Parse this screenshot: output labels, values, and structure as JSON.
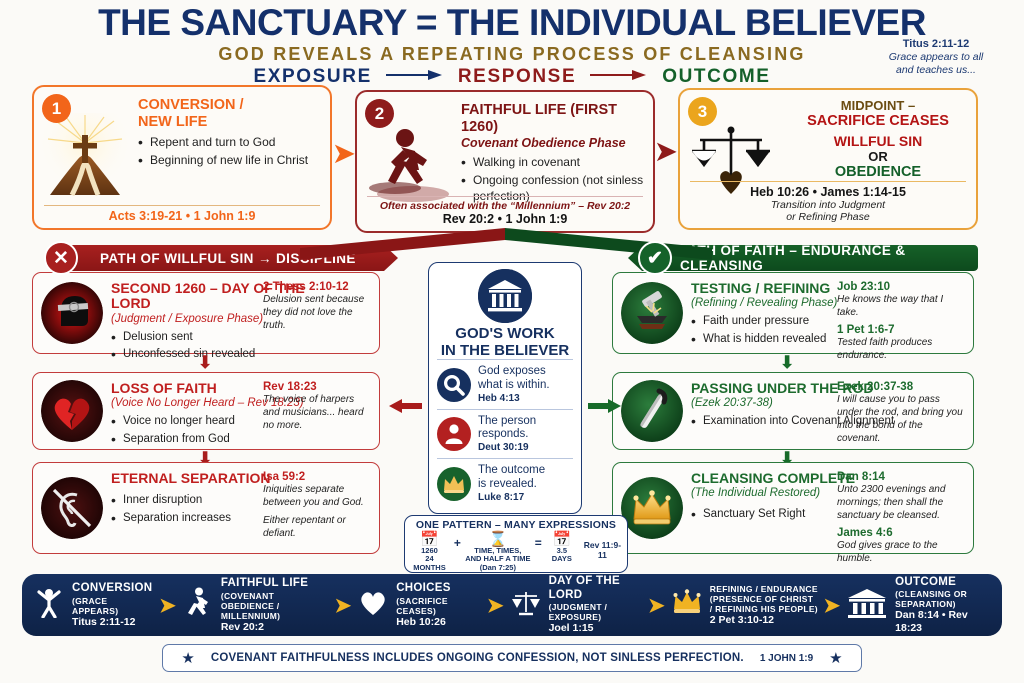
{
  "header": {
    "title": "THE SANCTUARY = THE INDIVIDUAL BELIEVER",
    "subtitle": "GOD REVEALS A REPEATING PROCESS OF CLEANSING",
    "flow": {
      "exposure": "EXPOSURE",
      "response": "RESPONSE",
      "outcome": "OUTCOME"
    },
    "titus": {
      "ref": "Titus 2:11-12",
      "line1": "Grace appears to all",
      "line2": "and teaches us..."
    }
  },
  "top_cards": [
    {
      "number": "1",
      "title_line1": "CONVERSION /",
      "title_line2": "NEW LIFE",
      "bullets": [
        "Repent and turn to God",
        "Beginning of new life in Christ"
      ],
      "footer_ref": "Acts 3:19-21  •  1 John 1:9",
      "icon": "cross-on-hill-icon"
    },
    {
      "number": "2",
      "title_line1": "FAITHFUL LIFE (FIRST 1260)",
      "subtitle": "Covenant Obedience Phase",
      "bullets": [
        "Walking in covenant",
        "Ongoing confession (not sinless perfection)"
      ],
      "footer_note": "Often associated with the “Millennium” – Rev 20:2",
      "footer_ref": "Rev 20:2  •  1 John 1:9",
      "icon": "walking-person-icon"
    },
    {
      "number": "3",
      "head_l1": "MIDPOINT –",
      "head_l2": "SACRIFICE CEASES",
      "head_l3": "WILLFUL SIN",
      "head_l4": "OR",
      "head_l5": "OBEDIENCE",
      "footer_ref": "Heb 10:26  •  James 1:14-15",
      "footer_it1": "Transition into Judgment",
      "footer_it2": "or Refining Phase",
      "icon": "scales-balance-icon"
    }
  ],
  "banners": {
    "left": {
      "mark": "✕",
      "label": "PATH OF WILLFUL SIN → DISCIPLINE"
    },
    "right": {
      "mark": "✔",
      "label": "PATH OF FAITH – ENDURANCE & CLEANSING"
    }
  },
  "left_steps": [
    {
      "icon": "blindfolded-head-icon",
      "title": "SECOND 1260 – DAY OF THE LORD",
      "subtitle": "(Judgment / Exposure Phase)",
      "bullets": [
        "Delusion sent",
        "Unconfessed sin revealed"
      ],
      "refs": [
        {
          "ref": "2 Thess 2:10-12",
          "body": "Delusion sent because they did not love the truth."
        }
      ]
    },
    {
      "icon": "broken-heart-icon",
      "title": "LOSS OF FAITH",
      "subtitle": "(Voice No Longer Heard – Rev 18:23)",
      "bullets": [
        "Voice no longer heard",
        "Separation from God"
      ],
      "refs": [
        {
          "ref": "Rev 18:23",
          "body": "The voice of harpers and musicians... heard no more."
        }
      ]
    },
    {
      "icon": "deaf-ear-icon",
      "title": "ETERNAL SEPARATION",
      "subtitle": "",
      "bullets": [
        "Inner disruption",
        "Separation increases"
      ],
      "refs": [
        {
          "ref": "Isa 59:2",
          "body": "Iniquities separate between you and God."
        },
        {
          "ref": "",
          "body": "Either repentant or defiant."
        }
      ]
    }
  ],
  "right_steps": [
    {
      "icon": "anvil-hammer-icon",
      "title": "TESTING / REFINING",
      "subtitle": "(Refining / Revealing Phase)",
      "bullets": [
        "Faith under pressure",
        "What is hidden revealed"
      ],
      "refs": [
        {
          "ref": "Job 23:10",
          "body": "He knows the way that I take."
        },
        {
          "ref": "1 Pet 1:6-7",
          "body": "Tested faith produces endurance."
        }
      ]
    },
    {
      "icon": "shepherds-rod-icon",
      "title": "PASSING UNDER THE ROD",
      "subtitle": "(Ezek 20:37-38)",
      "bullets": [
        "Examination into Covenant Alignment"
      ],
      "refs": [
        {
          "ref": "Exek 20:37-38",
          "body": "I will cause you to pass under the rod, and bring you into the bond of the covenant."
        }
      ]
    },
    {
      "icon": "crown-icon",
      "title": "CLEANSING COMPLETE",
      "subtitle": "(The Individual Restored)",
      "bullets": [
        "Sanctuary Set Right"
      ],
      "refs": [
        {
          "ref": "Dan 8:14",
          "body": "Unto 2300 evenings and mornings; then shall the sanctuary be cleansed."
        },
        {
          "ref": "James 4:6",
          "body": "God gives grace to the humble."
        }
      ]
    }
  ],
  "center": {
    "icon": "temple-icon",
    "title_l1": "GOD'S WORK",
    "title_l2": "IN THE BELIEVER",
    "rows": [
      {
        "icon": "magnifier-icon",
        "l1": "God exposes",
        "l2": "what is within.",
        "ref": "Heb 4:13"
      },
      {
        "icon": "person-icon",
        "l1": "The person",
        "l2": "responds.",
        "ref": "Deut 30:19"
      },
      {
        "icon": "crown-icon",
        "l1": "The outcome",
        "l2": "is revealed.",
        "ref": "Luke 8:17"
      }
    ]
  },
  "pattern": {
    "heading": "ONE PATTERN – MANY EXPRESSIONS",
    "cells": [
      {
        "icon": "calendar-icon",
        "l1": "1260",
        "l2": "24 MONTHS"
      },
      {
        "icon": "hourglass-icon",
        "l1": "TIME, TIMES,",
        "l2": "AND HALF A TIME",
        "l3": "(Dan 7:25)"
      },
      {
        "icon": "calendar-icon",
        "l1": "3.5",
        "l2": "DAYS"
      }
    ],
    "op1": "+",
    "op2": "=",
    "ref": "Rev 11:9-11"
  },
  "strip": {
    "items": [
      {
        "icon": "person-arms-raised-icon",
        "l1": "CONVERSION",
        "l2": "(GRACE APPEARS)",
        "l3": "Titus 2:11-12"
      },
      {
        "icon": "walking-person-icon",
        "l1": "FAITHFUL LIFE",
        "l2": "(COVENANT OBEDIENCE / MILLENNIUM)",
        "l3": "Rev 20:2"
      },
      {
        "icon": "heart-icon",
        "l1": "CHOICES",
        "l2": "(SACRIFICE CEASES)",
        "l3": "Heb 10:26"
      },
      {
        "icon": "scales-balance-icon",
        "l1": "DAY OF THE LORD",
        "l2": "(JUDGMENT / EXPOSURE)",
        "l3": "Joel 1:15"
      },
      {
        "icon": "crown-icon",
        "l1": "REFINING / ENDURANCE",
        "l2": "(PRESENCE OF CHRIST / REFINING HIS PEOPLE)",
        "l3": "2 Pet 3:10-12"
      },
      {
        "icon": "temple-icon",
        "l1": "OUTCOME",
        "l2": "(CLEANSING OR SEPARATION)",
        "l3": "Dan 8:14  •  Rev 18:23"
      }
    ],
    "arrow": "➤"
  },
  "footnote": {
    "star": "★",
    "text": "COVENANT FAITHFULNESS INCLUDES ONGOING CONFESSION, NOT SINLESS PERFECTION.",
    "ref": "1 JOHN 1:9"
  },
  "colors": {
    "navy": "#16305f",
    "orange": "#f2651a",
    "maroon": "#8e1b1b",
    "gold": "#eba51d",
    "green": "#17622c",
    "red": "#c01f1f"
  }
}
